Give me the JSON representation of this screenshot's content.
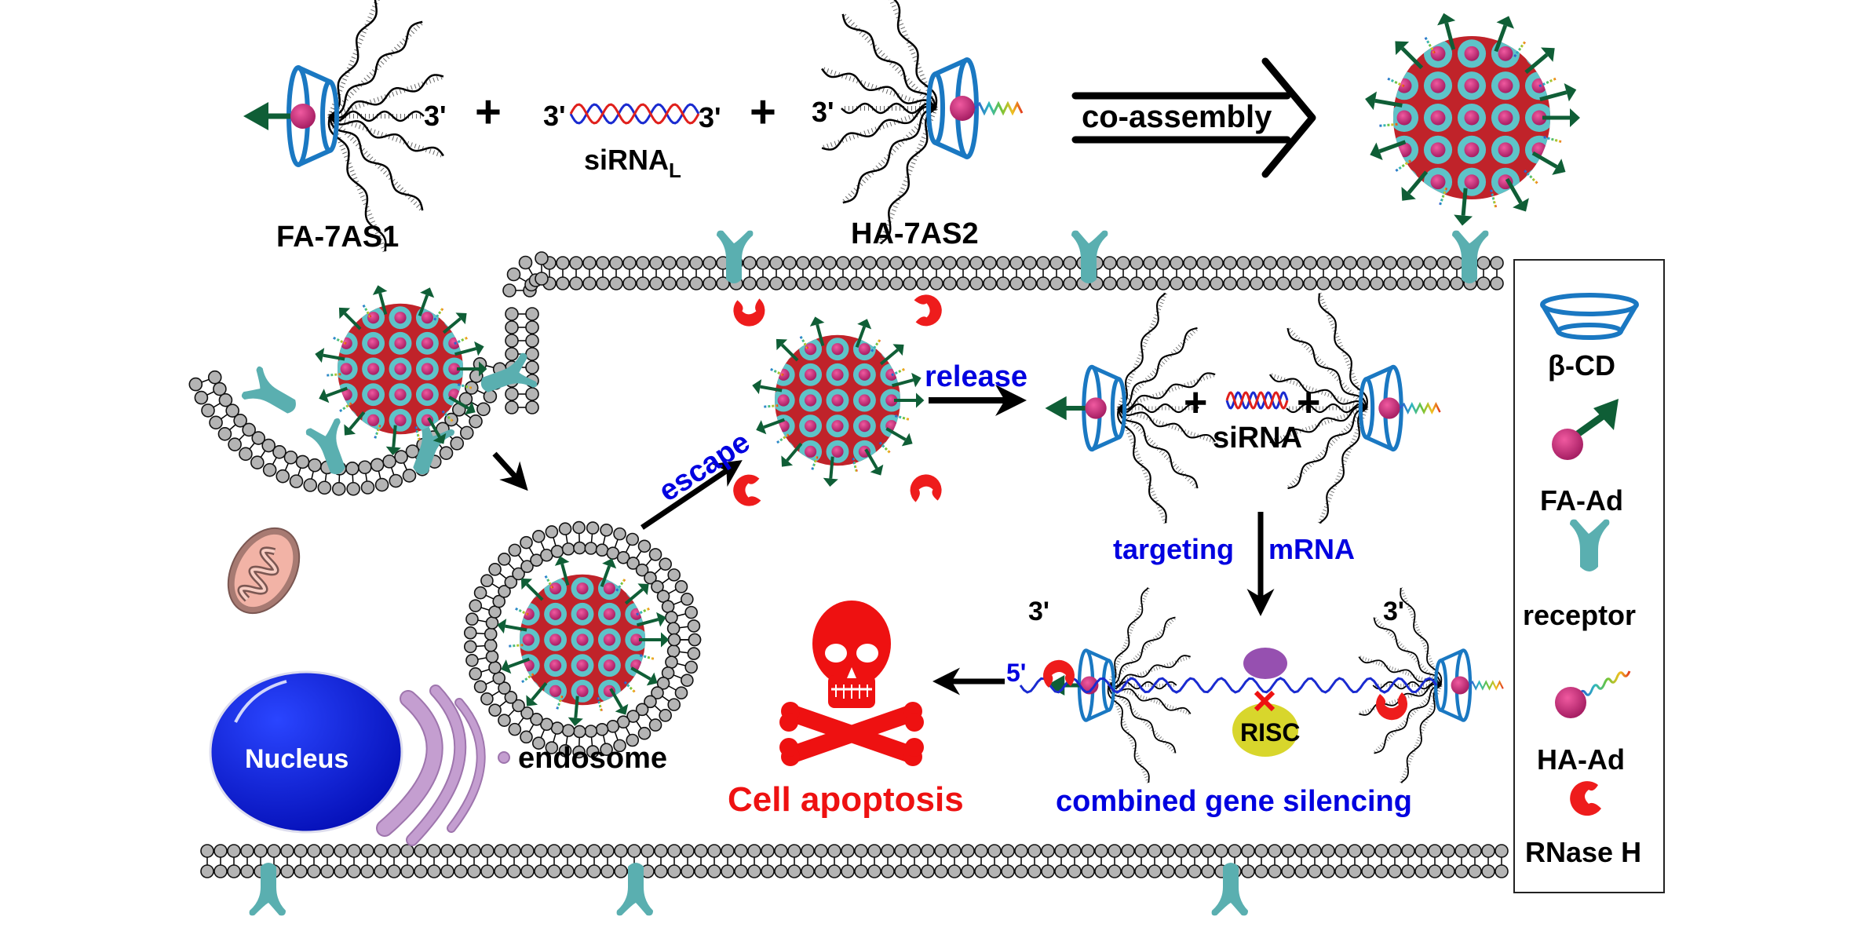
{
  "top_row": {
    "fa7as1_label": "FA-7AS1",
    "fa7as1_end": "3'",
    "plus": "+",
    "sirna_left_end": "3'",
    "sirna_right_end": "3'",
    "sirna_label": "siRNA",
    "sirna_subscript": "L",
    "ha7as2_end": "3'",
    "ha7as2_label": "HA-7AS2",
    "coassembly_label": "co-assembly"
  },
  "pathway": {
    "escape_label": "escape",
    "release_label": "release",
    "released_sirna_label": "siRNA",
    "targeting_label": "targeting",
    "mrna_label": "mRNA",
    "five_prime": "5'",
    "three_prime_left": "3'",
    "three_prime_right": "3'",
    "risc_label": "RISC",
    "silencing_label": "combined gene silencing",
    "apoptosis_label": "Cell apoptosis",
    "endosome_label": "endosome",
    "nucleus_label": "Nucleus"
  },
  "legend": {
    "items": [
      {
        "icon": "beta-cd-icon",
        "label": "β-CD"
      },
      {
        "icon": "fa-ad-icon",
        "label": "FA-Ad"
      },
      {
        "icon": "receptor-icon",
        "label": "receptor"
      },
      {
        "icon": "ha-ad-icon",
        "label": "HA-Ad"
      },
      {
        "icon": "rnase-h-icon",
        "label": "RNase H"
      }
    ]
  },
  "colors": {
    "cd_blue": "#1a78c2",
    "particle_red": "#c0232a",
    "cyan_ring": "#5ec3c8",
    "adamantane_pink": "#d6307f",
    "fa_green": "#0f5e36",
    "receptor_teal": "#5aafb0",
    "rnase_red": "#ee1c1c",
    "label_blue": "#0000e0",
    "apoptosis_red": "#ee1111",
    "nucleus_blue": "#0a1ed8",
    "golgi_purple": "#c49ed0",
    "mito_brown": "#a77a72",
    "risc_yellow": "#d8d62c",
    "risc_purple": "#9650b0",
    "lipid_grey": "#b4b4b4"
  }
}
